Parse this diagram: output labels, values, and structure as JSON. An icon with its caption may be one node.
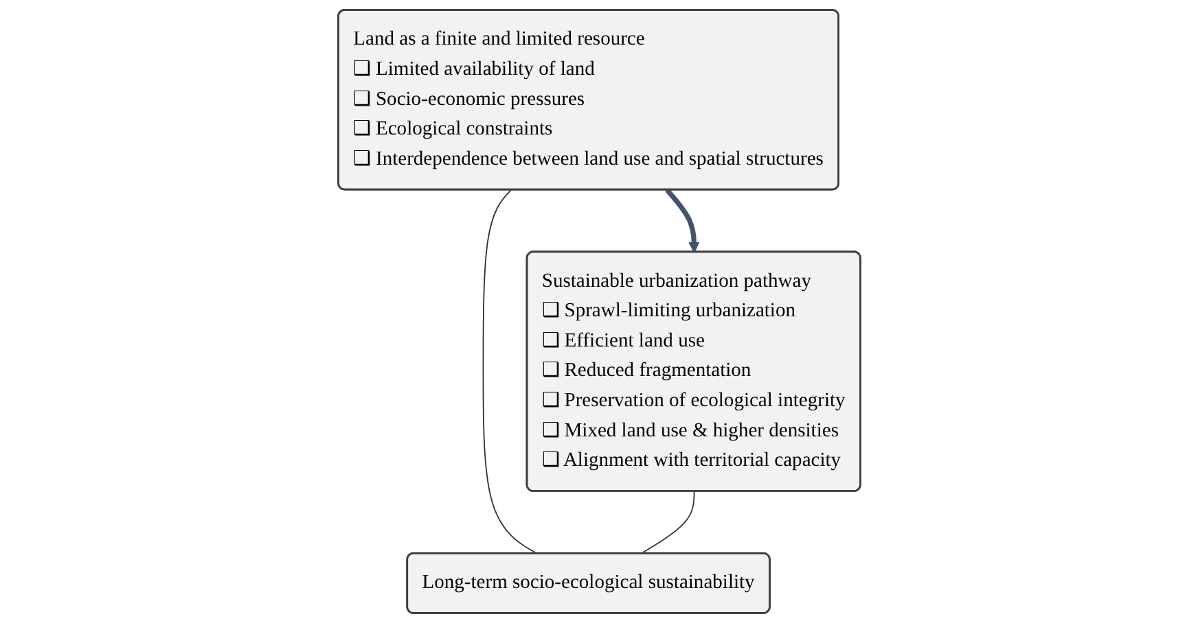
{
  "diagram": {
    "nodes": [
      {
        "text": [
          "Land as a finite and limited resource",
          "❑ Limited availability of land",
          "❑ Socio-economic pressures",
          "❑ Ecological constraints",
          "❑ Interdependence between land use and spatial structures"
        ]
      },
      {
        "text": [
          "Sustainable urbanization pathway",
          "❑ Sprawl-limiting urbanization",
          "❑ Efficient land use",
          "❑ Reduced fragmentation",
          "❑ Preservation of ecological integrity",
          "❑ Mixed land use & higher densities",
          "❑ Alignment with territorial capacity"
        ]
      },
      {
        "text": [
          "Long-term socio-ecological sustainability"
        ]
      }
    ],
    "edges": [
      {
        "from": 0,
        "to": 1,
        "arrow": "to",
        "style": "thick",
        "color": "#44546a"
      },
      {
        "from": 0,
        "to": 2,
        "arrow": "none"
      },
      {
        "from": 1,
        "to": 2,
        "arrow": "none"
      }
    ]
  }
}
